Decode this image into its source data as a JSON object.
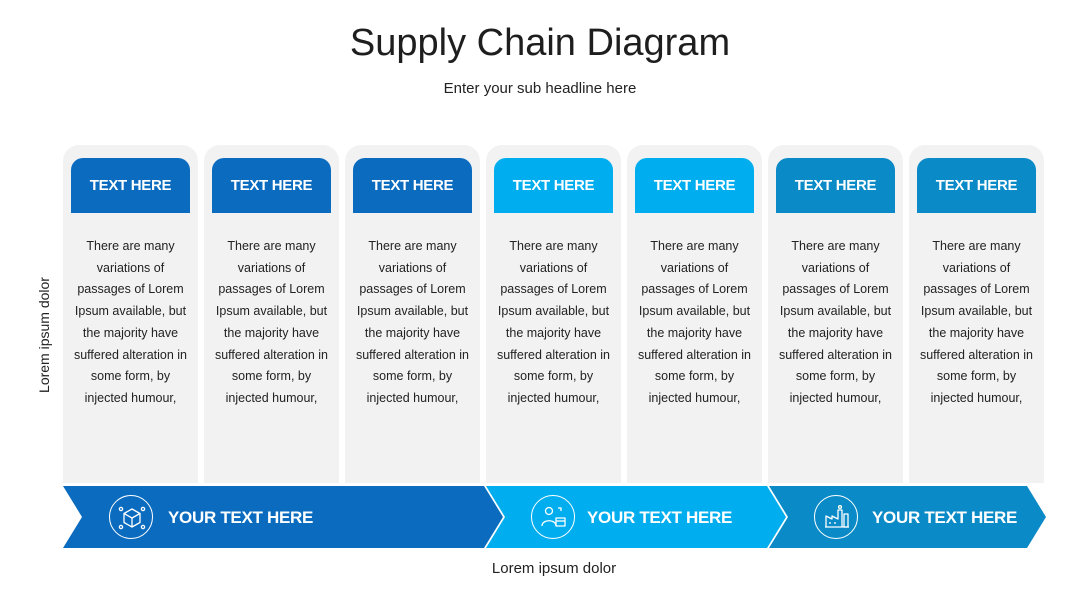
{
  "header": {
    "title": "Supply Chain Diagram",
    "subtitle": "Enter your sub headline here"
  },
  "axes": {
    "y_label": "Lorem ipsum dolor",
    "x_label": "Lorem ipsum dolor"
  },
  "columns": [
    {
      "heading": "TEXT HERE",
      "body": "There are many variations of passages of Lorem Ipsum available, but the majority have suffered alteration in some form, by injected humour,"
    },
    {
      "heading": "TEXT HERE",
      "body": "There are many variations of passages of Lorem Ipsum available, but the majority have suffered alteration in some form, by injected humour,"
    },
    {
      "heading": "TEXT HERE",
      "body": "There are many variations of passages of Lorem Ipsum available, but the majority have suffered alteration in some form, by injected humour,"
    },
    {
      "heading": "TEXT HERE",
      "body": "There are many variations of passages of Lorem Ipsum available, but the majority have suffered alteration in some form, by injected humour,"
    },
    {
      "heading": "TEXT HERE",
      "body": "There are many variations of passages of Lorem Ipsum available, but the majority have suffered alteration in some form, by injected humour,"
    },
    {
      "heading": "TEXT HERE",
      "body": "There are many variations of passages of Lorem Ipsum available, but the majority have suffered alteration in some form, by injected humour,"
    },
    {
      "heading": "TEXT HERE",
      "body": "There are many variations of passages of Lorem Ipsum available, but the majority have suffered alteration in some form, by injected humour,"
    }
  ],
  "stages": [
    {
      "label": "YOUR TEXT HERE",
      "icon": "box-network-icon",
      "color": "#0b6cbf"
    },
    {
      "label": "YOUR TEXT HERE",
      "icon": "worker-package-icon",
      "color": "#00aeef"
    },
    {
      "label": "YOUR TEXT HERE",
      "icon": "factory-icon",
      "color": "#0a8ac6"
    }
  ],
  "colors": {
    "dark_blue": "#0b6cbf",
    "light_blue": "#00aeef",
    "mid_blue": "#0a8ac6",
    "panel_gray": "#f2f2f2"
  }
}
